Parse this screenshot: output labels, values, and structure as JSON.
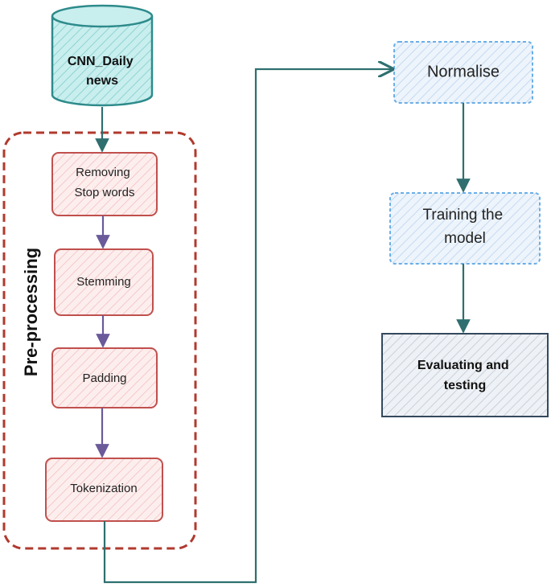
{
  "source": {
    "line1": "CNN_Daily",
    "line2": "news"
  },
  "group": {
    "label": "Pre-processing"
  },
  "preprocess_steps": [
    {
      "line1": "Removing",
      "line2": "Stop words"
    },
    {
      "line1": "Stemming"
    },
    {
      "line1": "Padding"
    },
    {
      "line1": "Tokenization"
    }
  ],
  "pipeline": {
    "normalise": {
      "line1": "Normalise"
    },
    "training": {
      "line1": "Training the",
      "line2": "model"
    },
    "evaluating": {
      "line1": "Evaluating and",
      "line2": "testing"
    }
  },
  "colors": {
    "cylinder_stroke": "#2e8b8b",
    "cylinder_fill": "#b7e4e4",
    "group_border": "#b03a2e",
    "step_stroke": "#c0504d",
    "step_fill": "#fbe3e3",
    "blue_stroke": "#6aaee8",
    "blue_fill": "#dbe9f7",
    "eval_stroke": "#34495e",
    "eval_fill": "#dde3ea",
    "arrow_teal": "#2f6f6f",
    "arrow_purple": "#6a5a9a"
  }
}
